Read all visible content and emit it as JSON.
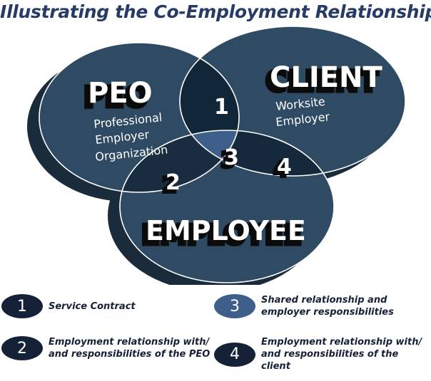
{
  "title": "Illustrating the Co-Employment Relationship",
  "colors": {
    "title": "#263b66",
    "circle_fill": "#2f4b63",
    "circle_shadow": "#1a2b3c",
    "circle_stroke": "#ffffff",
    "overlap_peo_client": "#12263a",
    "overlap_peo_employee": "#1a2d40",
    "overlap_client_employee": "#16293c",
    "overlap_all": "#3d5f8a",
    "badge_dark": "#152136",
    "badge_blue": "#3d5f8a",
    "legend_text": "#152136"
  },
  "diagram": {
    "peo": {
      "heading": "PEO",
      "sub": [
        "Professional",
        "Employer",
        "Organization"
      ]
    },
    "client": {
      "heading": "CLIENT",
      "sub": [
        "Worksite",
        "Employer"
      ]
    },
    "employee": {
      "heading": "EMPLOYEE"
    },
    "regions": {
      "r1": "1",
      "r2": "2",
      "r3": "3",
      "r4": "4"
    }
  },
  "legend": [
    {
      "number": "1",
      "text": "Service Contract",
      "badge_color": "#152136"
    },
    {
      "number": "3",
      "text": "Shared relationship and employer responsibilities",
      "badge_color": "#3d5f8a"
    },
    {
      "number": "2",
      "text": "Employment relationship with/ and responsibilities of the PEO",
      "badge_color": "#152136"
    },
    {
      "number": "4",
      "text": "Employment relationship with/ and responsibilities of the client",
      "badge_color": "#152136"
    }
  ]
}
